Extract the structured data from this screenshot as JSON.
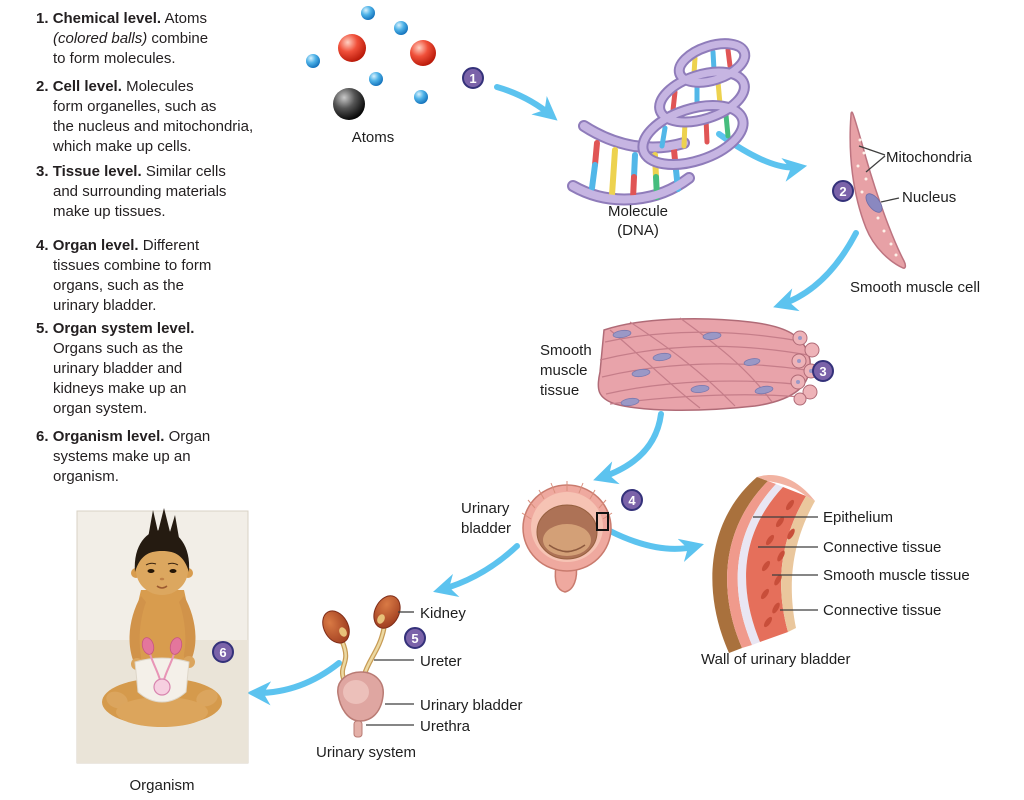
{
  "steps": [
    {
      "number": "1.",
      "title": "Chemical level.",
      "first": "Atoms",
      "line2_italic": "(colored balls)",
      "line2_rest": " combine",
      "line3": "to form molecules."
    },
    {
      "number": "2.",
      "title": "Cell level.",
      "first": "Molecules",
      "lines": [
        "form organelles, such as",
        "the nucleus and mitochondria,",
        "which make up cells."
      ]
    },
    {
      "number": "3.",
      "title": "Tissue level.",
      "first": "Similar cells",
      "lines": [
        "and surrounding materials",
        "make up tissues."
      ]
    },
    {
      "number": "4.",
      "title": "Organ level.",
      "first": "Different",
      "lines": [
        "tissues combine to form",
        "organs, such as the",
        "urinary bladder."
      ]
    },
    {
      "number": "5.",
      "title": "Organ system level.",
      "first": "",
      "lines": [
        "Organs such as the",
        "urinary bladder and",
        "kidneys make up an",
        "organ system."
      ]
    },
    {
      "number": "6.",
      "title": "Organism level.",
      "first": "Organ",
      "lines": [
        "systems make up an",
        "organism."
      ]
    }
  ],
  "labels": {
    "atoms": "Atoms",
    "molecule": "Molecule",
    "molecule_sub": "(DNA)",
    "mitochondria": "Mitochondria",
    "nucleus": "Nucleus",
    "smooth_muscle_cell": "Smooth muscle cell",
    "smooth_muscle_tissue": "Smooth muscle tissue",
    "urinary_bladder": "Urinary bladder",
    "epithelium": "Epithelium",
    "connective_tissue_top": "Connective tissue",
    "smooth_muscle_tissue_wall": "Smooth muscle tissue",
    "connective_tissue_bottom": "Connective tissue",
    "wall_of_urinary_bladder": "Wall of urinary bladder",
    "kidney": "Kidney",
    "ureter": "Ureter",
    "urinary_bladder_system": "Urinary bladder",
    "urethra": "Urethra",
    "urinary_system": "Urinary system",
    "organism": "Organism"
  },
  "markers": [
    "1",
    "2",
    "3",
    "4",
    "5",
    "6"
  ],
  "colors": {
    "arrow": "#5cc3ef",
    "marker_bg": "#7b63a9",
    "marker_border": "#34317a",
    "atom_blue": "#2b9fe0",
    "atom_red": "#e63324",
    "atom_black": "#1e1e1e",
    "muscle_pink": "#e7a1a6",
    "dna_lavender": "#c6b5e2"
  }
}
